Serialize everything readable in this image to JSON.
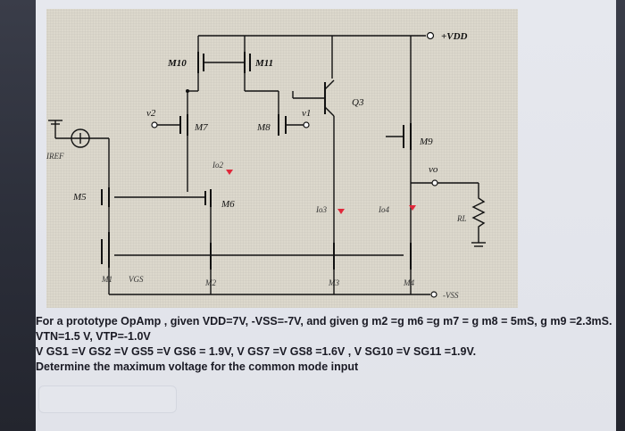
{
  "circuit": {
    "vdd_label": "+VDD",
    "vss_label": "-VSS",
    "iref_label": "IREF",
    "v1_label": "v1",
    "v2_label": "v2",
    "vo_label": "vo",
    "vgs_label": "VGS",
    "rl_label": "RL",
    "q3_label": "Q3",
    "io2_label": "Io2",
    "io3_label": "Io3",
    "io4_label": "Io4",
    "transistors": {
      "m1": "M1",
      "m2": "M2",
      "m3": "M3",
      "m4": "M4",
      "m5": "M5",
      "m6": "M6",
      "m7": "M7",
      "m8": "M8",
      "m9": "M9",
      "m10": "M10",
      "m11": "M11"
    }
  },
  "problem": {
    "line1": "For a prototype OpAmp , given VDD=7V, -VSS=-7V, and given g m2 =g m6 =g m7 = g m8 = 5mS, g m9 =2.3mS.",
    "line2": "VTN=1.5 V, VTP=-1.0V",
    "line3": "V GS1 =V GS2 =V GS5 =V GS6 = 1.9V, V GS7 =V GS8 =1.6V , V SG10 =V SG11 =1.9V.",
    "line4": "Determine the maximum voltage for the common mode input"
  },
  "answer": {
    "value": ""
  },
  "colors": {
    "current_arrow": "#e0283a",
    "schematic_bg": "#dcd8cc",
    "card_bg": "#e6e8ee"
  }
}
